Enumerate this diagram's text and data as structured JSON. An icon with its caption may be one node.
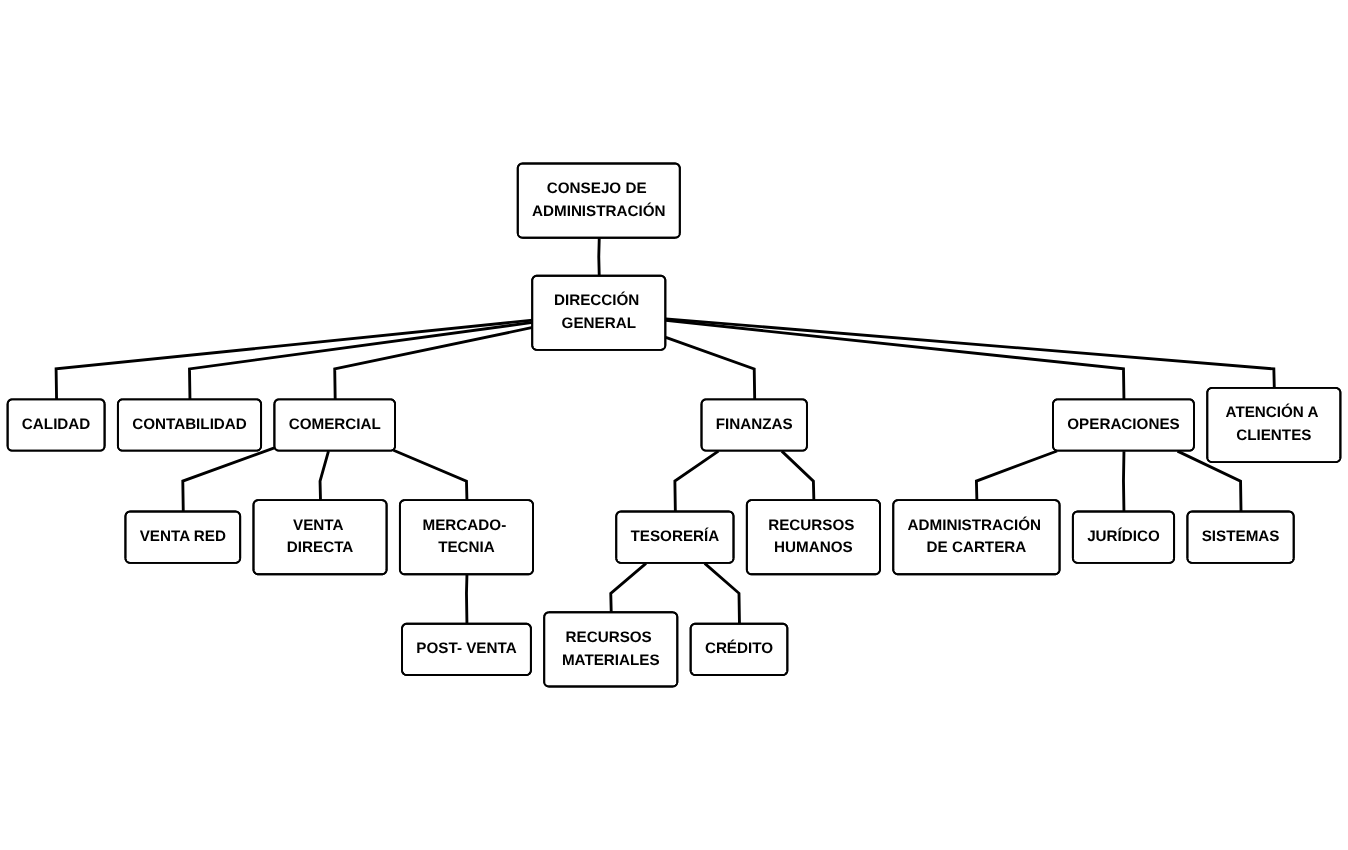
{
  "diagram": {
    "nodes": [
      {
        "text": [
          "CONSEJO DE ADMINISTRACIÓN"
        ]
      },
      {
        "text": [
          "CALIDAD"
        ]
      },
      {
        "text": [
          "DIRECCIÓN GENERAL"
        ]
      },
      {
        "text": [
          "CONTABILIDAD"
        ]
      },
      {
        "text": [
          "COMERCIAL"
        ]
      },
      {
        "text": [
          "FINANZAS"
        ]
      },
      {
        "text": [
          "OPERACIONES"
        ]
      },
      {
        "text": [
          "ATENCIÓN A CLIENTES"
        ]
      },
      {
        "text": [
          "VENTA RED"
        ]
      },
      {
        "text": [
          "VENTA DIRECTA"
        ]
      },
      {
        "text": [
          "MERCADO- TECNIA"
        ]
      },
      {
        "text": [
          "TESORERÍA"
        ]
      },
      {
        "text": [
          "RECURSOS HUMANOS"
        ]
      },
      {
        "text": [
          "ADMINISTRACIÓN DE CARTERA"
        ]
      },
      {
        "text": [
          "JURÍDICO"
        ]
      },
      {
        "text": [
          "SISTEMAS"
        ]
      },
      {
        "text": [
          "POST- VENTA"
        ]
      },
      {
        "text": [
          "RECURSOS MATERIALES"
        ]
      },
      {
        "text": [
          "CRÉDITO"
        ]
      }
    ],
    "edges": [
      {
        "from": 0,
        "to": 2,
        "arrow": "none"
      },
      {
        "from": 2,
        "to": 1,
        "arrow": "none"
      },
      {
        "from": 2,
        "to": 3,
        "arrow": "none"
      },
      {
        "from": 2,
        "to": 4,
        "arrow": "none"
      },
      {
        "from": 2,
        "to": 5,
        "arrow": "none"
      },
      {
        "from": 2,
        "to": 6,
        "arrow": "none"
      },
      {
        "from": 2,
        "to": 7,
        "arrow": "none"
      },
      {
        "from": 4,
        "to": 8,
        "arrow": "none"
      },
      {
        "from": 4,
        "to": 9,
        "arrow": "none"
      },
      {
        "from": 4,
        "to": 10,
        "arrow": "none"
      },
      {
        "from": 10,
        "to": 16,
        "arrow": "none"
      },
      {
        "from": 5,
        "to": 11,
        "arrow": "none"
      },
      {
        "from": 5,
        "to": 12,
        "arrow": "none"
      },
      {
        "from": 11,
        "to": 17,
        "arrow": "none"
      },
      {
        "from": 11,
        "to": 18,
        "arrow": "none"
      },
      {
        "from": 6,
        "to": 13,
        "arrow": "none"
      },
      {
        "from": 6,
        "to": 14,
        "arrow": "none"
      },
      {
        "from": 6,
        "to": 15,
        "arrow": "none"
      }
    ]
  }
}
